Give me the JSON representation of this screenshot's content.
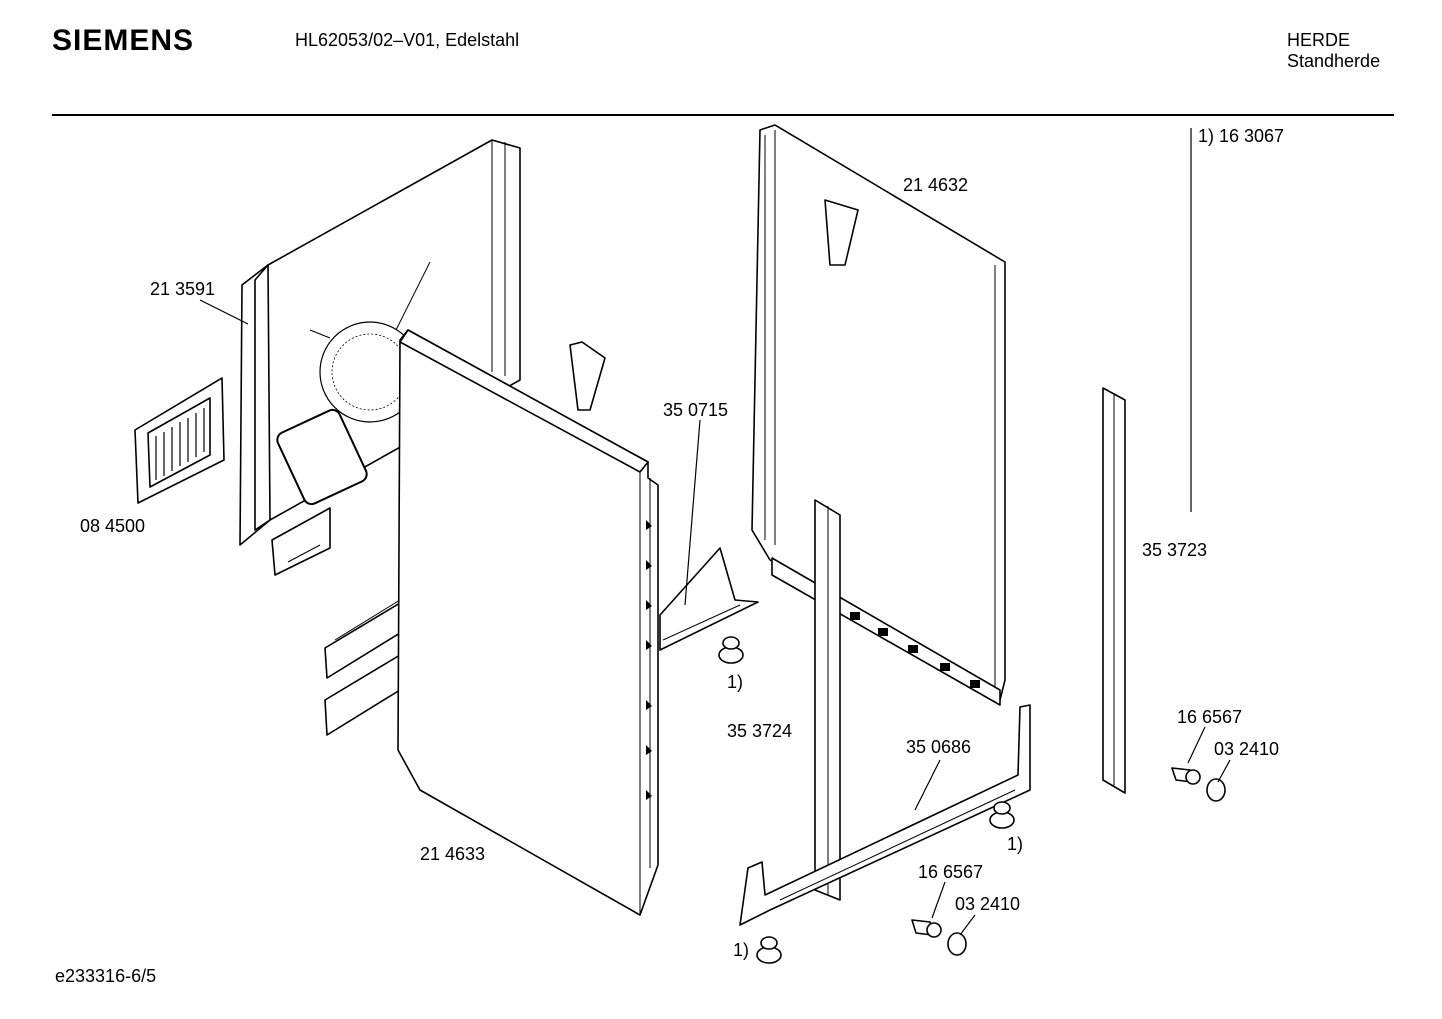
{
  "header": {
    "brand": "SIEMENS",
    "model": "HL62053/02–V01, Edelstahl",
    "category": "HERDE",
    "subcategory": "Standherde"
  },
  "footer": {
    "doc_id": "e233316-6/5"
  },
  "legend": {
    "note": "1)  16 3067"
  },
  "labels": {
    "p213591": "21 3591",
    "p084500": "08 4500",
    "p214633": "21 4633",
    "p350715": "35 0715",
    "p214632": "21 4632",
    "p353724": "35 3724",
    "p353723": "35 3723",
    "p350686": "35 0686",
    "p166567a": "16 6567",
    "p032410a": "03 2410",
    "p166567b": "16 6567",
    "p032410b": "03 2410",
    "ref1": "1)",
    "ref2": "1)",
    "ref3": "1)"
  }
}
